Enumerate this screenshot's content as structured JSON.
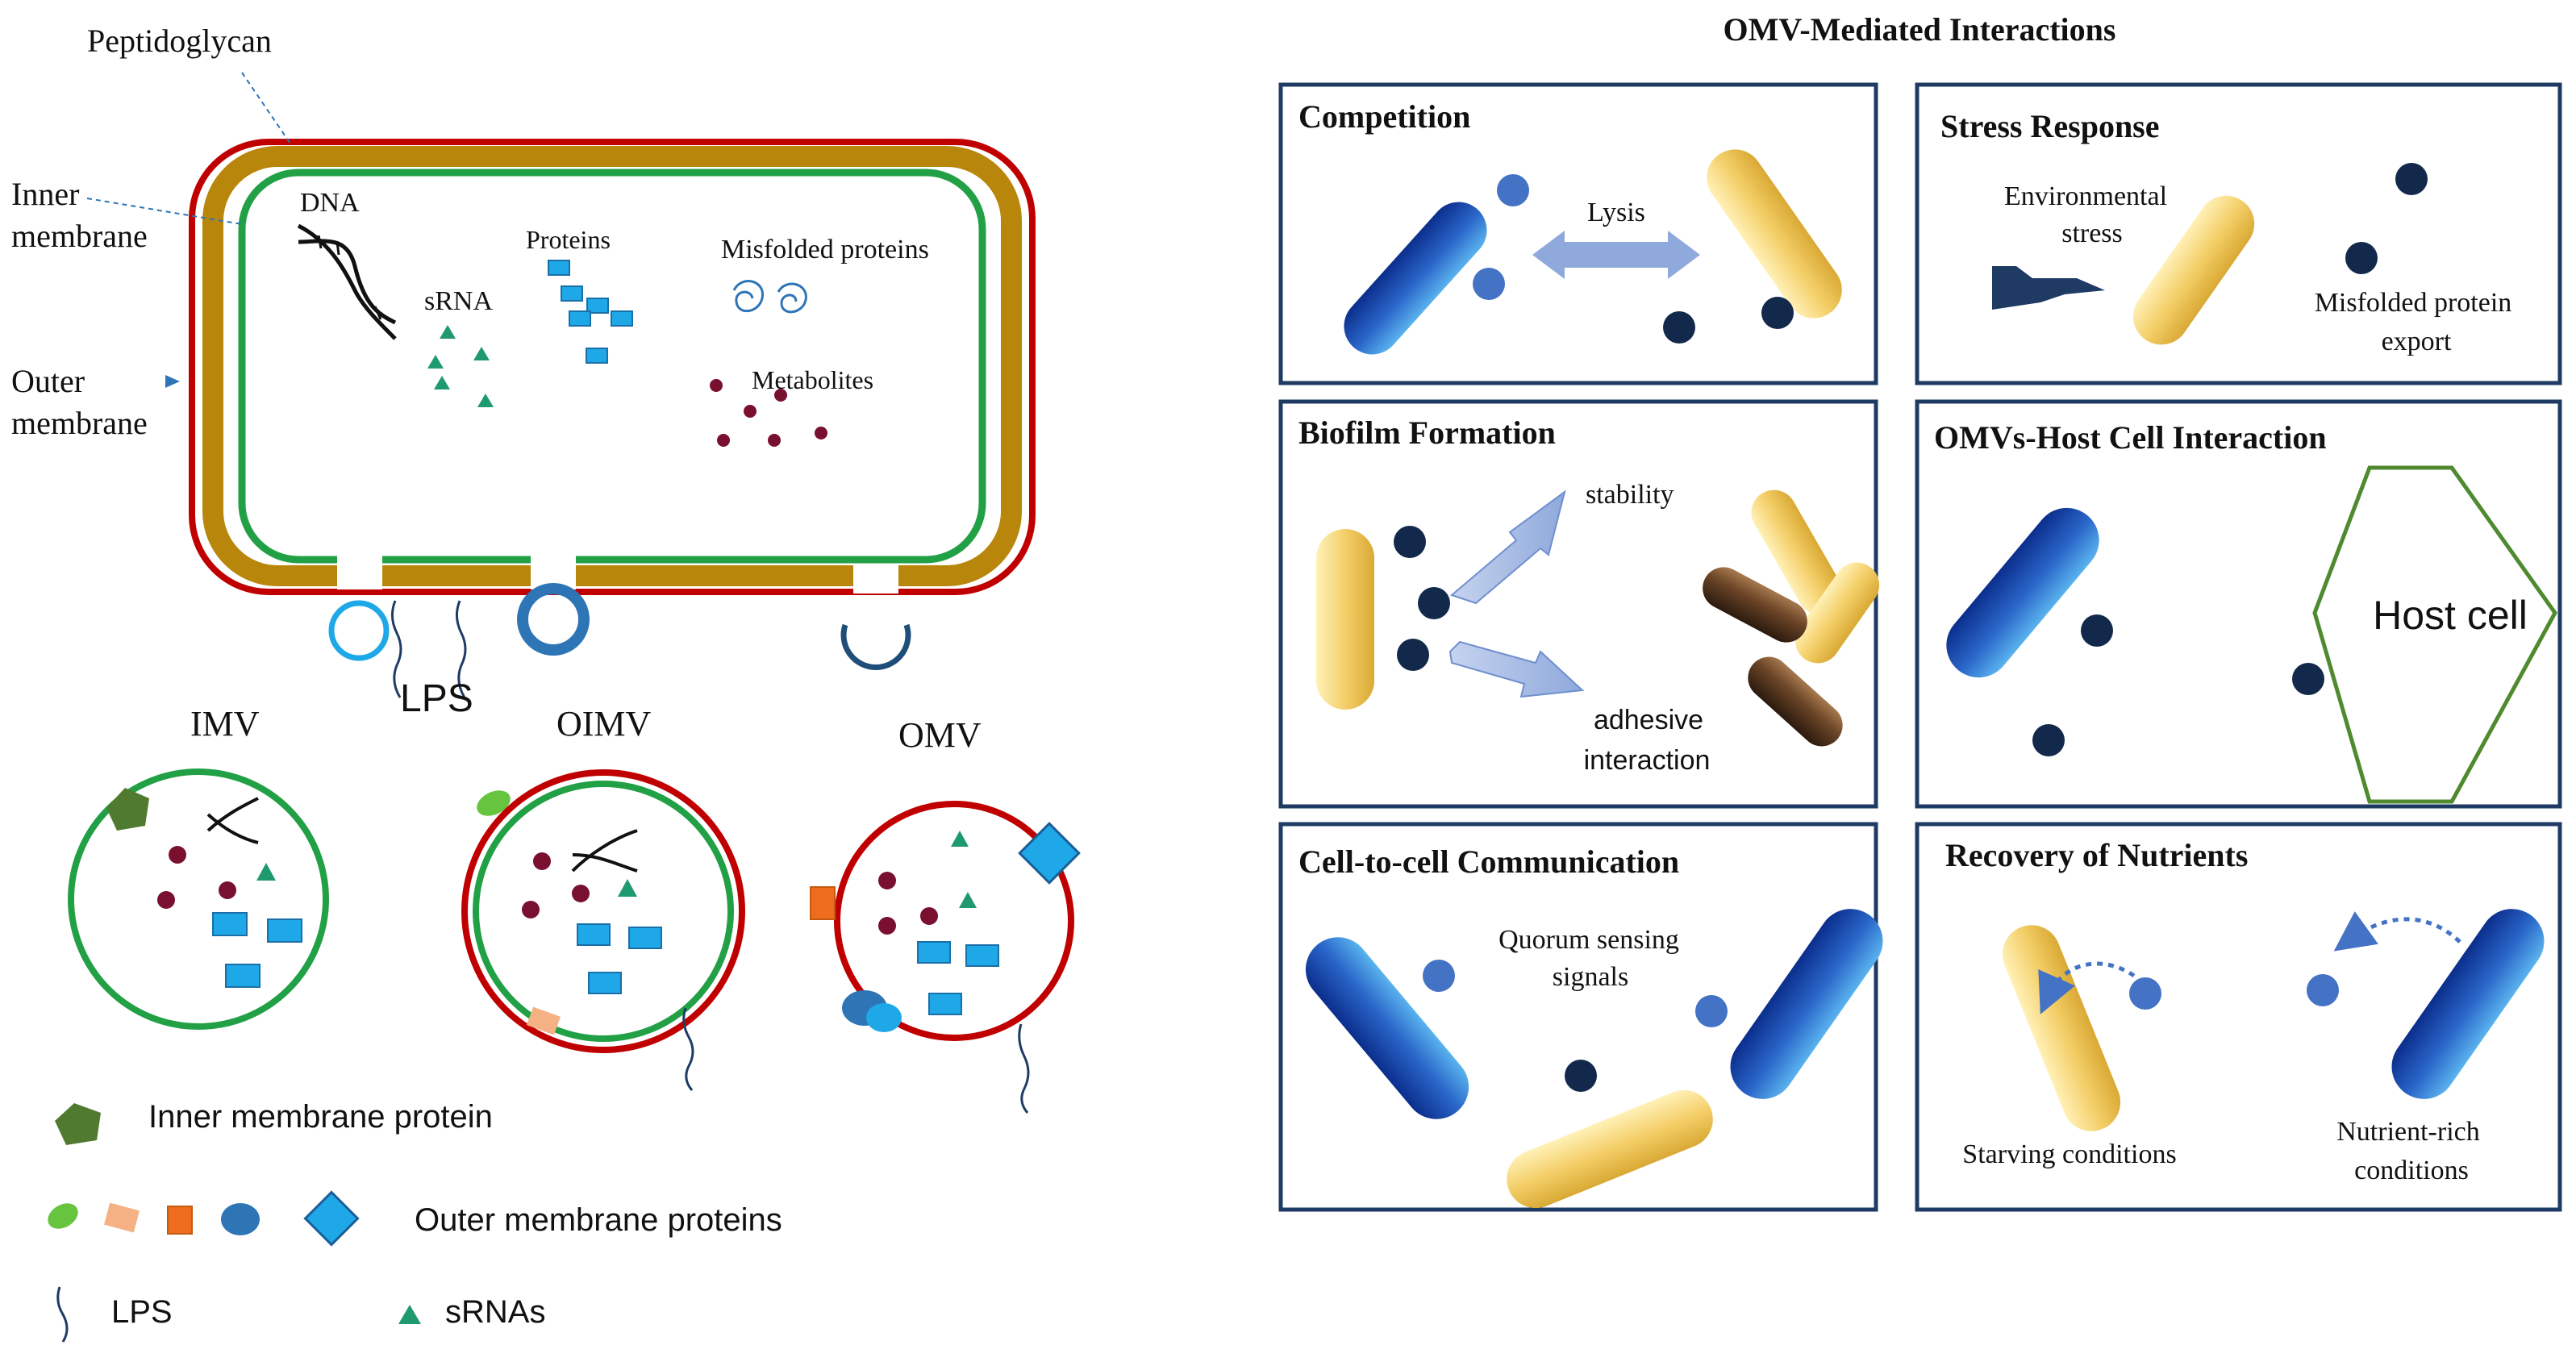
{
  "cell": {
    "peptidoglycan": "Peptidoglycan",
    "inner_membrane_1": "Inner",
    "inner_membrane_2": "membrane",
    "outer_membrane_1": "Outer",
    "outer_membrane_2": "membrane",
    "dna": "DNA",
    "srna": "sRNA",
    "proteins": "Proteins",
    "misfolded": "Misfolded proteins",
    "metabolites": "Metabolites",
    "lps": "LPS"
  },
  "vesicles": {
    "imv": "IMV",
    "oimv": "OIMV",
    "omv": "OMV"
  },
  "legend": {
    "inner_protein": "Inner membrane protein",
    "outer_proteins": "Outer membrane proteins",
    "lps": "LPS",
    "srnas": "sRNAs"
  },
  "interactions": {
    "title": "OMV-Mediated Interactions",
    "competition": {
      "title": "Competition",
      "lysis": "Lysis"
    },
    "stress": {
      "title": "Stress Response",
      "env1": "Environmental",
      "env2": "stress",
      "mis1": "Misfolded protein",
      "mis2": "export"
    },
    "biofilm": {
      "title": "Biofilm Formation",
      "stability": "stability",
      "adh1": "adhesive",
      "adh2": "interaction"
    },
    "host": {
      "title": "OMVs-Host Cell Interaction",
      "host_cell": "Host cell"
    },
    "communication": {
      "title": "Cell-to-cell Communication",
      "q1": "Quorum sensing",
      "q2": "signals"
    },
    "nutrients": {
      "title": "Recovery of Nutrients",
      "starving": "Starving conditions",
      "rich1": "Nutrient-rich",
      "rich2": "conditions"
    }
  },
  "colors": {
    "outer_membrane": "#c00000",
    "peptidoglycan": "#b8860b",
    "inner_membrane": "#22a045",
    "protein": "#1fa8e8",
    "srna": "#1f9a6e",
    "metabolite": "#7a1030",
    "panel_border": "#1f3b64",
    "dark_dot": "#13294b",
    "blue_dot": "#4472c4",
    "host_cell": "#70ad47"
  }
}
